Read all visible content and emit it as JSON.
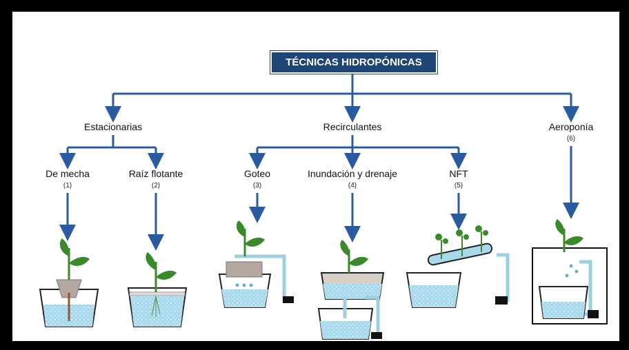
{
  "title": "TÉCNICAS HIDROPÓNICAS",
  "categories": [
    {
      "label": "Estacionarias"
    },
    {
      "label": "Recirculantes"
    },
    {
      "label": "Aeroponía",
      "number": "(6)"
    }
  ],
  "techniques": [
    {
      "label": "De mecha",
      "number": "(1)"
    },
    {
      "label": "Raíz flotante",
      "number": "(2)"
    },
    {
      "label": "Goteo",
      "number": "(3)"
    },
    {
      "label": "Inundación y drenaje",
      "number": "(4)"
    },
    {
      "label": "NFT",
      "number": "(5)"
    }
  ],
  "colors": {
    "connector": "#2a5aa0",
    "title_bg": "#1f4478",
    "water": "#a8d8ec",
    "plant": "#3a8a2a"
  }
}
